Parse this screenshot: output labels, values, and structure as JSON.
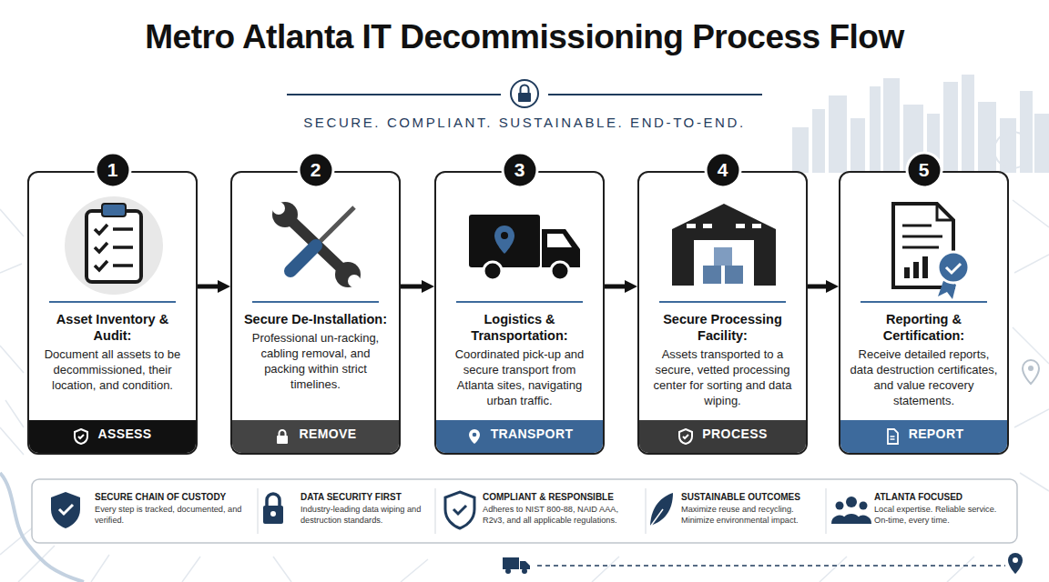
{
  "diagram": {
    "title": "Metro Atlanta IT Decommissioning Process Flow",
    "nodes": [
      {
        "text": [
          "Asset Inventory & Audit:",
          "Document all assets to be decommissioned, their location, and condition."
        ]
      },
      {
        "text": [
          "1"
        ],
        "in": 0
      },
      {
        "text": [
          "ASSESS"
        ],
        "in": 0
      },
      {
        "text": [
          "Secure De-Installation:",
          "Professional un-racking, cabling removal, and packing within strict timelines."
        ]
      },
      {
        "text": [
          "2"
        ],
        "in": 3
      },
      {
        "text": [
          "REMOVE"
        ],
        "in": 3
      },
      {
        "text": [
          "Logistics & Transportation:",
          "Coordinated pick-up and secure transport from Atlanta sites, navigating urban traffic."
        ]
      },
      {
        "text": [
          "3"
        ],
        "in": 6
      },
      {
        "text": [
          "TRANSPORT"
        ],
        "in": 6
      },
      {
        "text": [
          "Secure Processing Facility:",
          "Assets transported to a secure, vetted processing center for sorting and data wiping."
        ]
      },
      {
        "text": [
          "4"
        ],
        "in": 9
      },
      {
        "text": [
          "PROCESS"
        ],
        "in": 9
      },
      {
        "text": [
          "Reporting & Certification:",
          "Receive detailed reports, data destruction certificates, and value recovery statements."
        ]
      },
      {
        "text": [
          "5"
        ],
        "in": 12
      },
      {
        "text": [
          "REPORT"
        ],
        "in": 12
      },
      {
        "text": [
          "SECURE CHAIN OF CUSTODY",
          "Every step is tracked, documented, and verified."
        ]
      },
      {
        "text": [
          "DATA SECURITY FIRST",
          "Industry-leading data wiping and destruction standards."
        ]
      },
      {
        "text": [
          "COMPLIANT & RESPONSIBLE",
          "Adheres to NIST 800-88, NAID AAA, R2v3, and all applicable regulations."
        ]
      },
      {
        "text": [
          "SUSTAINABLE OUTCOMES",
          "Maximize reuse and recycling. Minimize environmental impact."
        ]
      },
      {
        "text": [
          "ATLANTA FOCUSED",
          "Local expertise. Reliable service. On-time, every time."
        ]
      }
    ],
    "edges": [
      {
        "from": 0,
        "to": 3,
        "arrow": "to"
      },
      {
        "from": 3,
        "to": 6,
        "arrow": "to"
      },
      {
        "from": 6,
        "to": 9,
        "arrow": "to"
      },
      {
        "from": 9,
        "to": 12,
        "arrow": "to"
      }
    ],
    "labels": [
      "SECURE.  COMPLIANT.  SUSTAINABLE.  END-TO-END."
    ]
  }
}
